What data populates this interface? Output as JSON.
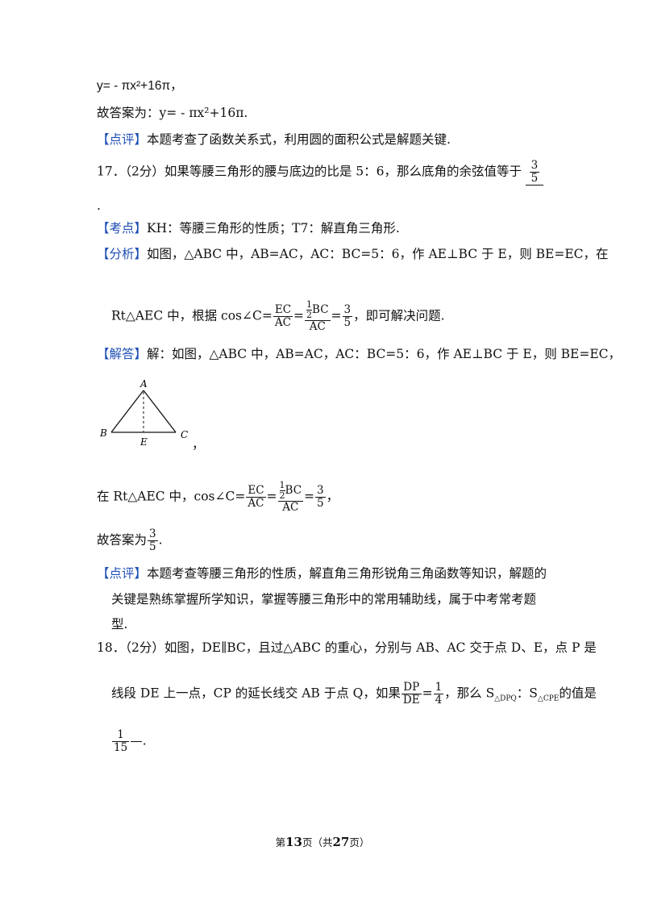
{
  "lines": {
    "l1": "y= - πx²+16π，",
    "l2": "故答案为：y= - πx²+16π.",
    "l3_tag": "【点评】",
    "l3_text": "本题考查了函数关系式，利用圆的面积公式是解题关键.",
    "q17_text": "17．（2分）如果等腰三角形的腰与底边的比是 5：6，那么底角的余弦值等于",
    "q17_ans_num": "3",
    "q17_ans_den": "5",
    "q17_dot": ".",
    "kd_tag": "【考点】",
    "kd_text": "KH：等腰三角形的性质；T7：解直角三角形.",
    "fx_tag": "【分析】",
    "fx_text": "如图，△ABC 中，AB=AC，AC：BC=5：6，作 AE⊥BC 于 E，则 BE=EC，在",
    "fx2_pre": "Rt△AEC 中，根据 cos∠C=",
    "fx2_post": "，即可解决问题.",
    "jd_tag": "【解答】",
    "jd_text": "解：如图，△ABC 中，AB=AC，AC：BC=5：6，作 AE⊥BC 于 E，则 BE=EC，",
    "fig_comma": "，",
    "jd2_pre": "在 Rt△AEC 中，cos∠C=",
    "jd2_post": "，",
    "ans_pre": "故答案为",
    "ans_post": ".",
    "dp_tag": "【点评】",
    "dp_text1": "本题考查等腰三角形的性质，解直角三角形锐角三角函数等知识，解题的",
    "dp_text2": "关键是熟练掌握所学知识，掌握等腰三角形中的常用辅助线，属于中考常考题",
    "dp_text3": "型.",
    "q18_text": "18．（2分）如图，DE∥BC，且过△ABC 的重心，分别与 AB、AC 交于点 D、E，点 P 是",
    "q18_2_pre": "线段 DE 上一点，CP 的延长线交 AB 于点 Q，如果",
    "q18_2_mid": "，那么 S",
    "q18_sub1": "△DPQ",
    "q18_colon": "：S",
    "q18_sub2": "△CPE",
    "q18_2_post": "的值是",
    "q18_ans_num": "1",
    "q18_ans_den": "15",
    "q18_dash": "—."
  },
  "math": {
    "ec": "EC",
    "ac": "AC",
    "half_num": "1",
    "half_den": "2",
    "bc": "BC",
    "three": "3",
    "five": "5",
    "dp": "DP",
    "de": "DE",
    "one": "1",
    "four": "4"
  },
  "figure": {
    "label_a": "A",
    "label_b": "B",
    "label_c": "C",
    "label_e": "E"
  },
  "footer": {
    "pre": "第",
    "page": "13",
    "mid": "页（共",
    "total": "27",
    "post": "页）"
  }
}
